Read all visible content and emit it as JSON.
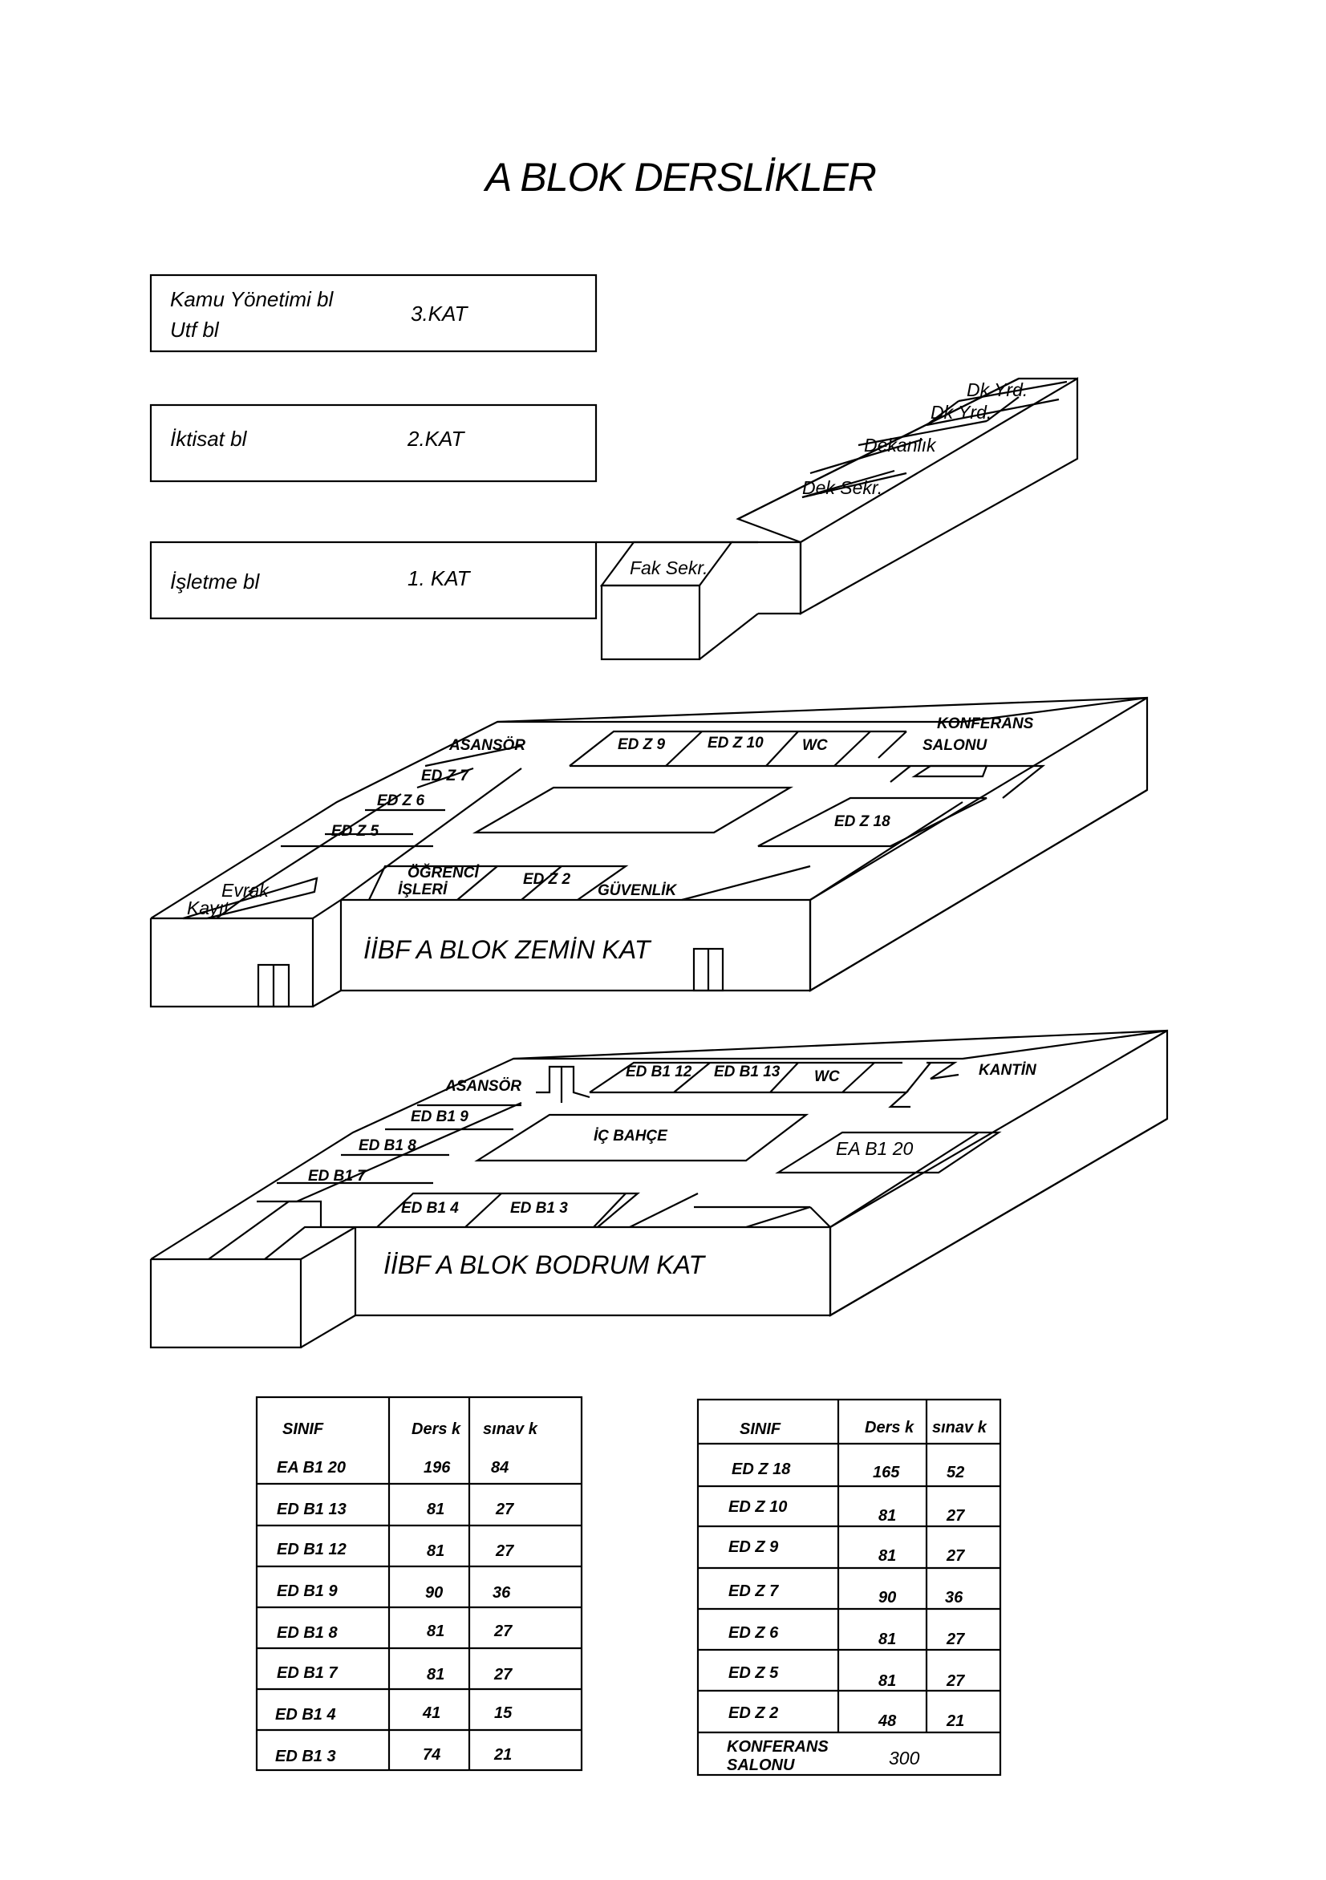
{
  "title": "A BLOK DERSLİKLER",
  "upper_floors": [
    {
      "name_lines": [
        "Kamu Yönetimi bl",
        "Utf  bl"
      ],
      "kat": "3.KAT"
    },
    {
      "name_lines": [
        "İktisat bl"
      ],
      "kat": "2.KAT"
    },
    {
      "name_lines": [
        "İşletme bl"
      ],
      "kat": "1. KAT"
    }
  ],
  "first_floor_wing": {
    "rooms": [
      "Dk Yrd.",
      "Dk Yrd.",
      "Dekanlık",
      "Dek Sekr.",
      "Fak Sekr."
    ]
  },
  "zemin_kat": {
    "title": "İİBF A BLOK ZEMİN KAT",
    "rooms": {
      "asansor": "ASANSÖR",
      "ed_z_9": "ED Z 9",
      "ed_z_10": "ED Z 10",
      "wc": "WC",
      "konferans_1": "KONFERANS",
      "konferans_2": "SALONU",
      "ed_z_7": "ED Z 7",
      "ed_z_6": "ED Z 6",
      "ed_z_5": "ED Z 5",
      "ed_z_18": "ED Z 18",
      "evrak": "Evrak",
      "kayit": "Kayıt",
      "ogrenci_1": "ÖĞRENCİ",
      "ogrenci_2": "İŞLERİ",
      "ed_z_2": "ED Z 2",
      "guvenlik": "GÜVENLİK"
    }
  },
  "bodrum_kat": {
    "title": "İİBF A BLOK BODRUM KAT",
    "rooms": {
      "asansor": "ASANSÖR",
      "ed_b1_12": "ED B1 12",
      "ed_b1_13": "ED B1 13",
      "wc": "WC",
      "kantin": "KANTİN",
      "ed_b1_9": "ED B1 9",
      "ed_b1_8": "ED B1 8",
      "ed_b1_7": "ED B1 7",
      "ic_bahce": "İÇ BAHÇE",
      "ea_b1_20": "EA B1 20",
      "ed_b1_4": "ED B1 4",
      "ed_b1_3": "ED B1 3"
    }
  },
  "table_left": {
    "headers": [
      "SINIF",
      "Ders k",
      "sınav k"
    ],
    "rows": [
      [
        "EA B1 20",
        "196",
        "84"
      ],
      [
        "ED B1 13",
        "81",
        "27"
      ],
      [
        "ED B1 12",
        "81",
        "27"
      ],
      [
        "ED B1 9",
        "90",
        "36"
      ],
      [
        "ED B1 8",
        "81",
        "27"
      ],
      [
        "ED B1 7",
        "81",
        "27"
      ],
      [
        "ED B1 4",
        "41",
        "15"
      ],
      [
        "ED B1 3",
        "74",
        "21"
      ]
    ]
  },
  "table_right": {
    "headers": [
      "SINIF",
      "Ders k",
      "sınav k"
    ],
    "rows": [
      [
        "ED Z 18",
        "165",
        "52"
      ],
      [
        "ED Z 10",
        "81",
        "27"
      ],
      [
        "ED Z 9",
        "81",
        "27"
      ],
      [
        "ED Z 7",
        "90",
        "36"
      ],
      [
        "ED Z 6",
        "81",
        "27"
      ],
      [
        "ED Z 5",
        "81",
        "27"
      ],
      [
        "ED Z 2",
        "48",
        "21"
      ]
    ],
    "last_row": {
      "name_lines": [
        "KONFERANS",
        "SALONU"
      ],
      "value": "300"
    }
  }
}
